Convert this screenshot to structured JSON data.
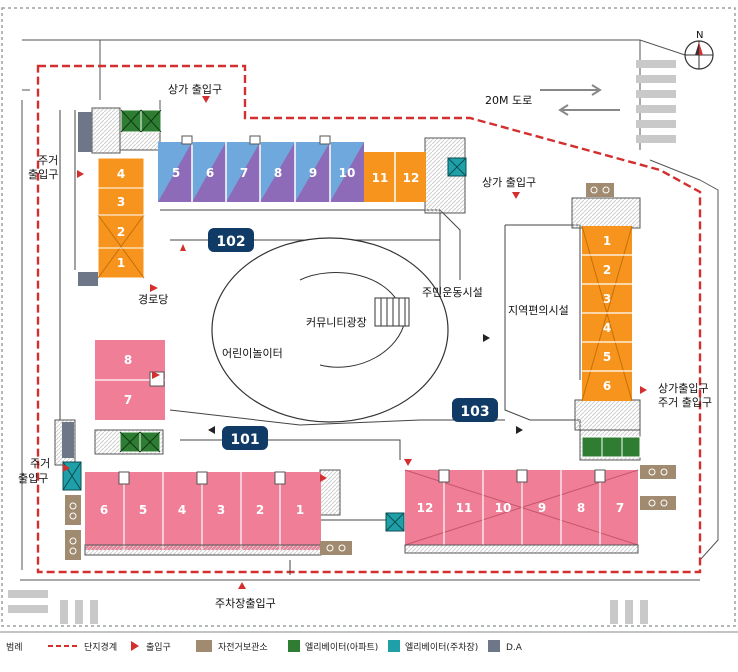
{
  "compass": {
    "label": "N"
  },
  "road": {
    "label": "20M 도로"
  },
  "labels": {
    "shop_entrance_top": "상가 출입구",
    "shop_entrance_mid": "상가 출입구",
    "resident_entrance_left_top_1": "주거",
    "resident_entrance_left_top_2": "출입구",
    "resident_entrance_left_bottom_1": "주거",
    "resident_entrance_left_bottom_2": "출입구",
    "shop_entrance_right_1": "상가출입구",
    "shop_entrance_right_2": "주거 출입구",
    "parking_entrance": "주차장출입구",
    "path": "경로당",
    "fitness": "주민운동시설",
    "community_plaza": "커뮤니티광장",
    "playground": "어린이놀이터",
    "local_facility": "지역편의시설"
  },
  "buildings": {
    "b102": "102",
    "b101": "101",
    "b103": "103"
  },
  "units": {
    "left_tower": [
      "4",
      "3",
      "2",
      "1"
    ],
    "top_row_purple": [
      "5",
      "6",
      "7",
      "8",
      "9",
      "10"
    ],
    "top_row_orange": [
      "11",
      "12"
    ],
    "right_tower": [
      "1",
      "2",
      "3",
      "4",
      "5",
      "6"
    ],
    "left_pink": [
      "8",
      "7"
    ],
    "bottom_left_row": [
      "6",
      "5",
      "4",
      "3",
      "2",
      "1"
    ],
    "bottom_right_row": [
      "12",
      "11",
      "10",
      "9",
      "8",
      "7"
    ]
  },
  "legend": {
    "title": "범례",
    "items": [
      {
        "label": "단지경계",
        "icon": "boundary-line-icon"
      },
      {
        "label": "출입구",
        "icon": "entrance-arrow-icon"
      },
      {
        "label": "자전거보관소",
        "icon": "bicycle-icon"
      },
      {
        "label": "엘리베이터(아파트)",
        "icon": "elevator-apartment-icon"
      },
      {
        "label": "엘리베이터(주차장)",
        "icon": "elevator-parking-icon"
      },
      {
        "label": "D.A",
        "icon": "da-icon"
      }
    ]
  },
  "colors": {
    "orange": "#F7941D",
    "purple": "#8E6BB8",
    "blue": "#6FA8DC",
    "pink": "#EF7E96",
    "boundary": "#D32F2F",
    "entrance": "#D32F2F",
    "elevator_apt": "#2E7D32",
    "elevator_parking": "#1FA0A8",
    "da": "#6E7787",
    "badge": "#0F3B66",
    "bike": "#A08A70"
  }
}
